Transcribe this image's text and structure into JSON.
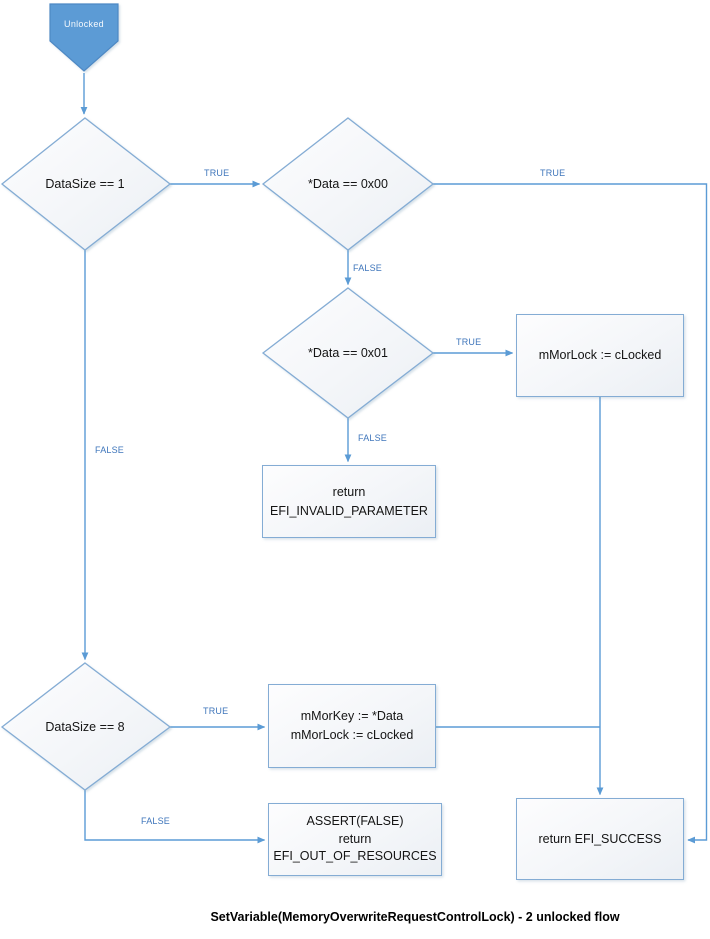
{
  "diagram_title": "SetVariable(MemoryOverwriteRequestControlLock) - 2 unlocked flow",
  "colors": {
    "start_fill": "#5B9BD5",
    "shape_border": "#84ACD4",
    "connector": "#5B9BD5",
    "edge_label": "#3F76BB"
  },
  "nodes": {
    "start": {
      "label": "Unlocked"
    },
    "decision_datasize_1": {
      "label": "DataSize == 1"
    },
    "decision_data_0x00": {
      "label": "*Data == 0x00"
    },
    "decision_data_0x01": {
      "label": "*Data == 0x01"
    },
    "decision_datasize_8": {
      "label": "DataSize == 8"
    },
    "process_mmorlock": {
      "line1": "mMorLock := cLocked"
    },
    "terminal_invalid_parameter": {
      "line1": "return",
      "line2": "EFI_INVALID_PARAMETER"
    },
    "process_mmorkey": {
      "line1": "mMorKey := *Data",
      "line2": "mMorLock := cLocked"
    },
    "terminal_out_of_resources": {
      "line1": "ASSERT(FALSE)",
      "line2": "return",
      "line3": "EFI_OUT_OF_RESOURCES"
    },
    "terminal_success": {
      "line1": "return EFI_SUCCESS"
    }
  },
  "edge_labels": {
    "datasize1_true": "TRUE",
    "datasize1_false": "FALSE",
    "data0x00_true": "TRUE",
    "data0x00_false": "FALSE",
    "data0x01_true": "TRUE",
    "data0x01_false": "FALSE",
    "datasize8_true": "TRUE",
    "datasize8_false": "FALSE"
  }
}
